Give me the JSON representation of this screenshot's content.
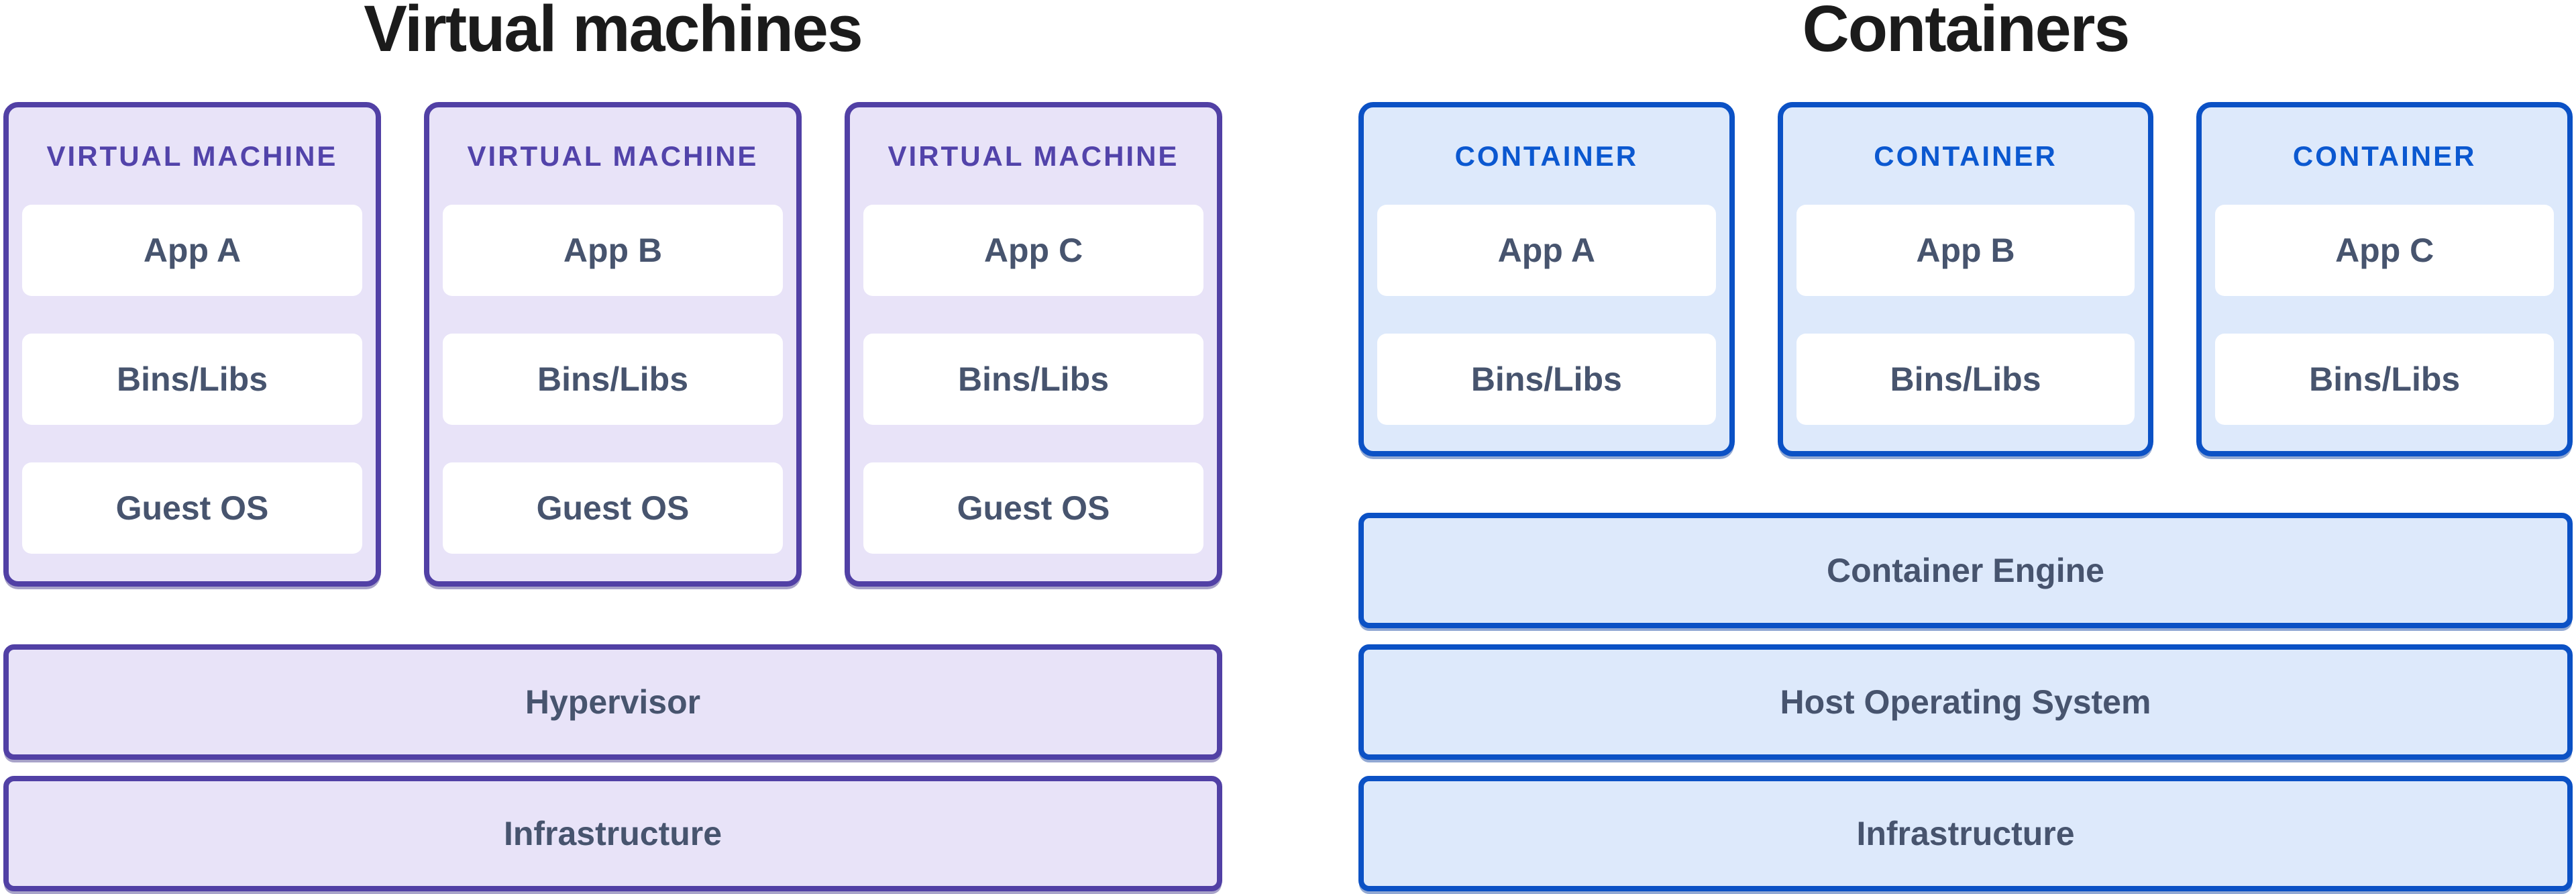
{
  "diagram": {
    "left": {
      "title": "Virtual machines",
      "cards": [
        {
          "header": "VIRTUAL MACHINE",
          "boxes": [
            "App A",
            "Bins/Libs",
            "Guest OS"
          ]
        },
        {
          "header": "VIRTUAL MACHINE",
          "boxes": [
            "App B",
            "Bins/Libs",
            "Guest OS"
          ]
        },
        {
          "header": "VIRTUAL MACHINE",
          "boxes": [
            "App C",
            "Bins/Libs",
            "Guest OS"
          ]
        }
      ],
      "bars": [
        "Hypervisor",
        "Infrastructure"
      ]
    },
    "right": {
      "title": "Containers",
      "cards": [
        {
          "header": "CONTAINER",
          "boxes": [
            "App A",
            "Bins/Libs"
          ]
        },
        {
          "header": "CONTAINER",
          "boxes": [
            "App B",
            "Bins/Libs"
          ]
        },
        {
          "header": "CONTAINER",
          "boxes": [
            "App C",
            "Bins/Libs"
          ]
        }
      ],
      "bars": [
        "Container Engine",
        "Host Operating System",
        "Infrastructure"
      ]
    }
  },
  "colors": {
    "vm-border": "#5140a5",
    "vm-fill": "#e8e3f8",
    "vm-header-text": "#5243aa",
    "container-border": "#0b51c5",
    "container-fill": "#dde9fb",
    "container-header-text": "#0b58d0",
    "box-fill": "#ffffff",
    "body-text": "#47546e",
    "title-text": "#1b1b1b",
    "background": "#ffffff"
  }
}
